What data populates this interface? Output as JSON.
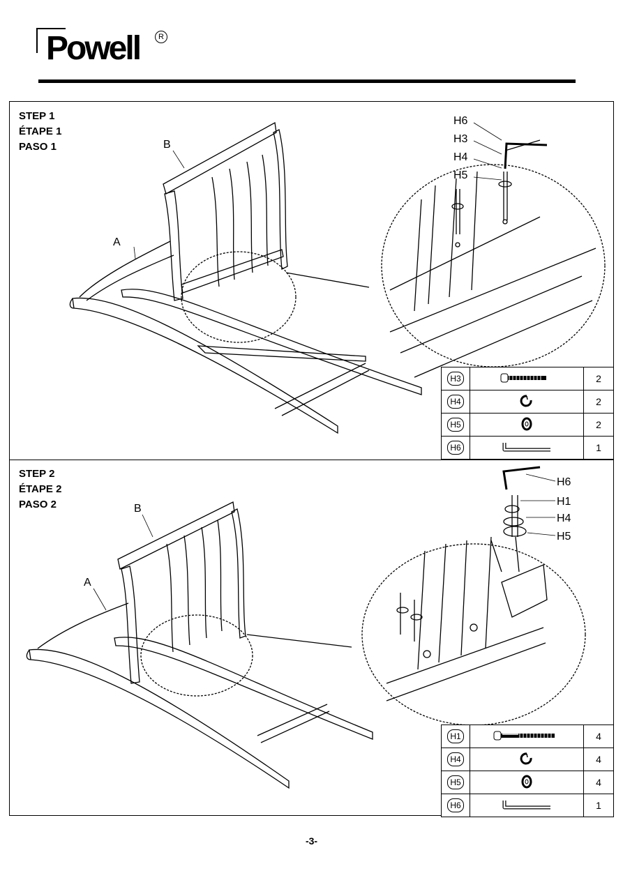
{
  "brand": {
    "name": "Powell",
    "registered": "R"
  },
  "step1": {
    "title_en": "STEP 1",
    "title_fr": "ÉTAPE 1",
    "title_es": "PASO 1",
    "labels": {
      "a": "A",
      "b": "B",
      "h6": "H6",
      "h3": "H3",
      "h4": "H4",
      "h5": "H5"
    },
    "parts": [
      {
        "code": "H3",
        "icon": "bolt-icon",
        "qty": "2"
      },
      {
        "code": "H4",
        "icon": "lock-washer-icon",
        "qty": "2"
      },
      {
        "code": "H5",
        "icon": "flat-washer-icon",
        "qty": "2"
      },
      {
        "code": "H6",
        "icon": "allen-key-icon",
        "qty": "1"
      }
    ]
  },
  "step2": {
    "title_en": "STEP 2",
    "title_fr": "ÉTAPE 2",
    "title_es": "PASO 2",
    "labels": {
      "a": "A",
      "b": "B",
      "h6": "H6",
      "h1": "H1",
      "h4": "H4",
      "h5": "H5"
    },
    "parts": [
      {
        "code": "H1",
        "icon": "long-bolt-icon",
        "qty": "4"
      },
      {
        "code": "H4",
        "icon": "lock-washer-icon",
        "qty": "4"
      },
      {
        "code": "H5",
        "icon": "flat-washer-icon",
        "qty": "4"
      },
      {
        "code": "H6",
        "icon": "allen-key-icon",
        "qty": "1"
      }
    ]
  },
  "page_number": "-3-"
}
